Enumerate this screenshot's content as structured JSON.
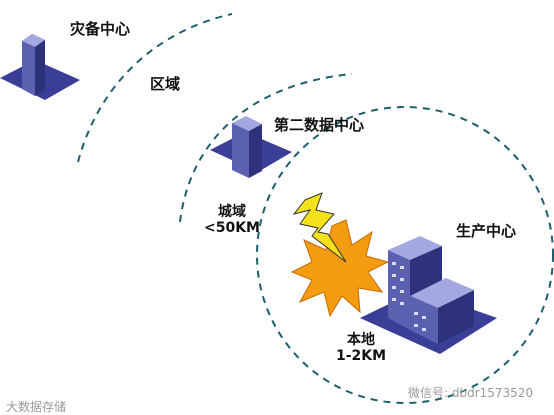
{
  "labels": {
    "backup_center": "灾备中心",
    "region": "区域",
    "second_center": "第二数据中心",
    "metro": "城域",
    "metro_distance": "<50KM",
    "production_center": "生产中心",
    "local": "本地",
    "local_distance": "1-2KM"
  },
  "watermarks": {
    "left": "大数据存储",
    "right": "微信号: dbdr1573520"
  },
  "colors": {
    "arc": "#1e5f6e",
    "building_front": "#5c60b0",
    "building_side": "#2e327a",
    "building_top": "#8286d0",
    "base": "#3a3e96",
    "explosion": "#f39c12",
    "lightning": "#f5e21b"
  }
}
